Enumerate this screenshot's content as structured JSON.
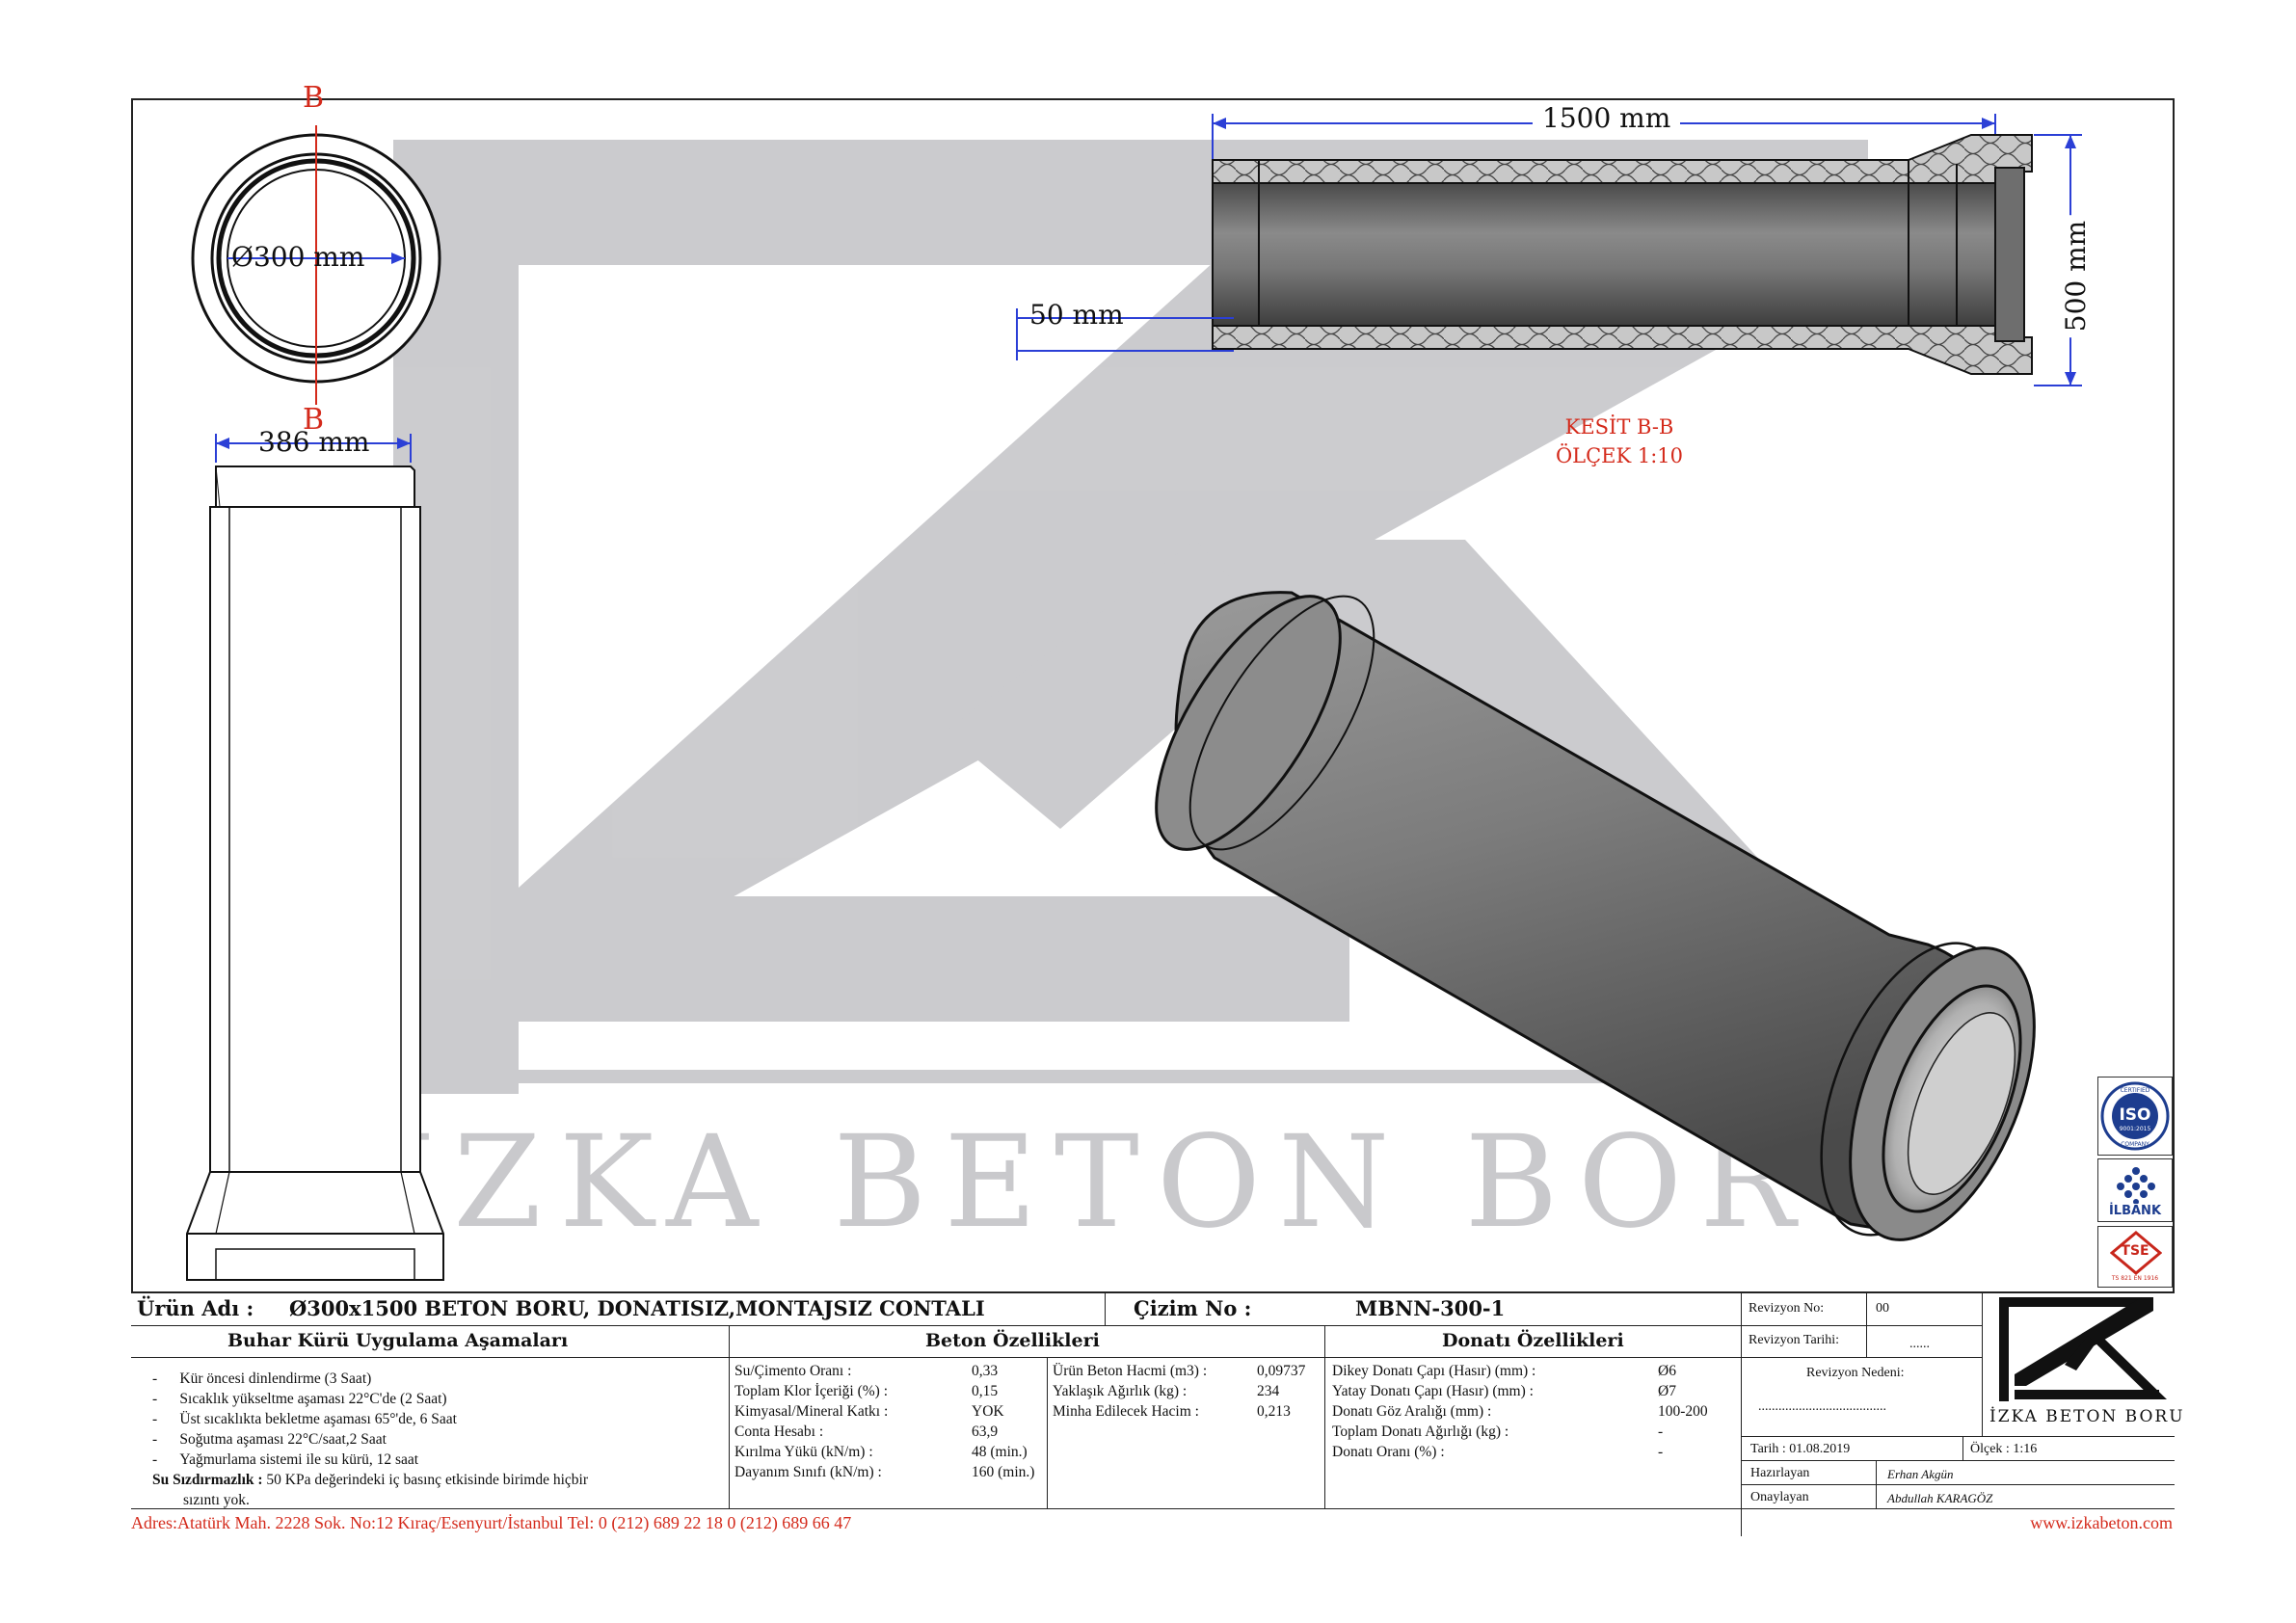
{
  "watermark": {
    "text": "İZKA BETON BORU",
    "color": "#c9c9cc"
  },
  "drawing": {
    "front_view": {
      "section_mark_top": "B",
      "section_mark_bottom": "B",
      "inner_diameter": "Ø300 mm"
    },
    "side_view": {
      "outer_width": "386 mm"
    },
    "section_view": {
      "length": "1500 mm",
      "wall_thickness": "50 mm",
      "outer_height": "500 mm",
      "title": "KESİT B-B",
      "scale": "ÖLÇEK 1:10"
    }
  },
  "badges": {
    "iso": {
      "top": "CERTIFIED",
      "main": "ISO",
      "sub": "9001:2015",
      "bottom": "COMPANY"
    },
    "ilbank": {
      "label": "İLBANK"
    },
    "tse": {
      "main": "TSE",
      "sub": "TS 821 EN 1916"
    }
  },
  "title_block": {
    "product_label": "Ürün Adı :",
    "product_name": "Ø300x1500 BETON BORU, DONATISIZ,MONTAJSIZ CONTALI",
    "drawing_no_label": "Çizim No :",
    "drawing_no": "MBNN-300-1",
    "revision_no_label": "Revizyon No:",
    "revision_no": "00",
    "revision_date_label": "Revizyon Tarihi:",
    "revision_date": "......",
    "revision_reason_label": "Revizyon Nedeni:",
    "revision_reason": "......................................",
    "date": "Tarih : 01.08.2019",
    "scale": "Ölçek : 1:16",
    "prepared_label": "Hazırlayan",
    "prepared_by": "Erhan Akgün",
    "approved_label": "Onaylayan",
    "approved_by": "Abdullah KARAGÖZ",
    "logo_text": "İZKA BETON BORU",
    "steam_cure": {
      "heading": "Buhar Kürü Uygulama Aşamaları",
      "items": [
        "Kür öncesi dinlendirme (3 Saat)",
        "Sıcaklık yükseltme aşaması 22°C'de (2 Saat)",
        "Üst sıcaklıkta bekletme aşaması 65°'de, 6 Saat",
        "Soğutma aşaması 22°C/saat,2 Saat",
        "Yağmurlama sistemi ile su kürü, 12 saat"
      ],
      "leak_label": "Su Sızdırmazlık :",
      "leak_text": "50 KPa değerindeki iç basınç etkisinde birimde hiçbir",
      "leak_text2": "sızıntı yok."
    },
    "concrete": {
      "heading": "Beton Özellikleri",
      "rows": [
        {
          "label": "Su/Çimento Oranı :",
          "value": "0,33"
        },
        {
          "label": "Toplam Klor İçeriği (%) :",
          "value": "0,15"
        },
        {
          "label": "Kimyasal/Mineral Katkı :",
          "value": "YOK"
        },
        {
          "label": "Conta Hesabı :",
          "value": "63,9"
        },
        {
          "label": "Kırılma Yükü (kN/m) :",
          "value": "48 (min.)"
        },
        {
          "label": "Dayanım Sınıfı (kN/m) :",
          "value": "160 (min.)"
        }
      ],
      "rows2": [
        {
          "label": "Ürün Beton Hacmi (m3) :",
          "value": "0,09737"
        },
        {
          "label": "Yaklaşık Ağırlık (kg) :",
          "value": "234"
        },
        {
          "label": "Minha Edilecek Hacim :",
          "value": "0,213"
        }
      ]
    },
    "rebar": {
      "heading": "Donatı Özellikleri",
      "rows": [
        {
          "label": "Dikey Donatı Çapı (Hasır) (mm) :",
          "value": "Ø6"
        },
        {
          "label": "Yatay Donatı Çapı (Hasır) (mm) :",
          "value": "Ø7"
        },
        {
          "label": "Donatı Göz Aralığı (mm) :",
          "value": "100-200"
        },
        {
          "label": "Toplam Donatı Ağırlığı (kg) :",
          "value": "-"
        },
        {
          "label": "Donatı Oranı (%) :",
          "value": "-"
        }
      ]
    }
  },
  "footer": {
    "address": "Adres:Atatürk Mah. 2228 Sok. No:12 Kıraç/Esenyurt/İstanbul Tel: 0 (212) 689 22 18 0 (212) 689 66 47",
    "website": "www.izkabeton.com"
  },
  "colors": {
    "accent_red": "#d42a1b",
    "dimension_blue": "#2b3fd6",
    "pipe_dark": "#3a3a3a",
    "watermark_gray": "#c9c9cc"
  }
}
